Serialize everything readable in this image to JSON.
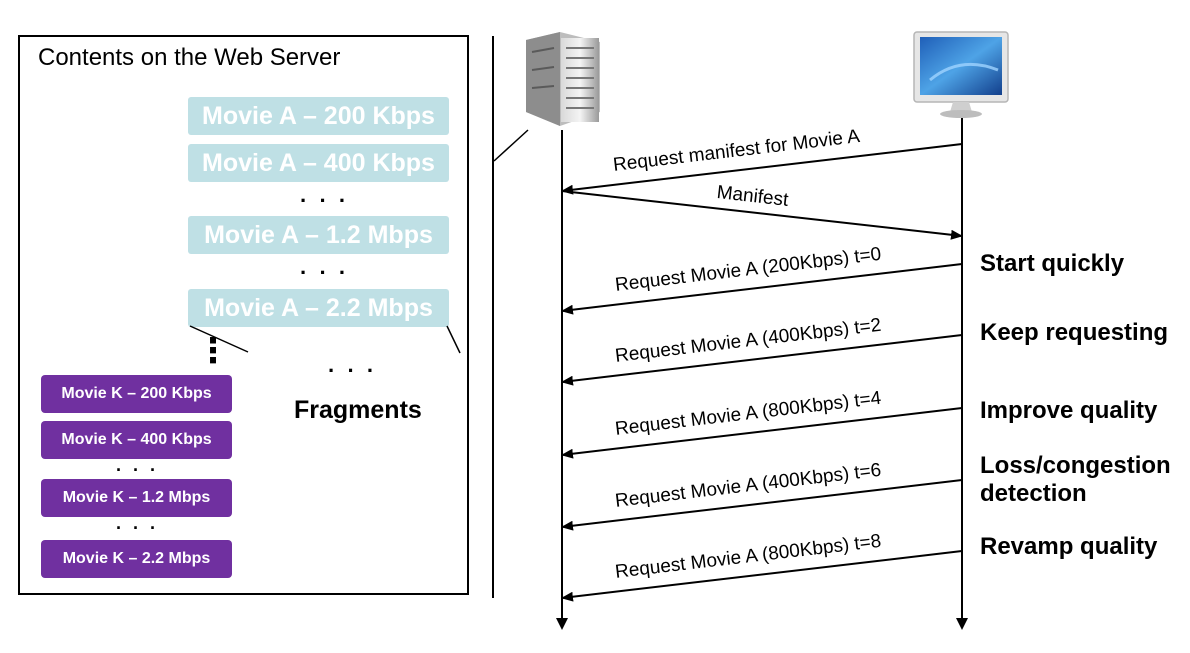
{
  "left_panel": {
    "title": "Contents on the Web Server",
    "movie_a": [
      "Movie A – 200 Kbps",
      "Movie A – 400 Kbps",
      "Movie A – 1.2 Mbps",
      "Movie A – 2.2 Mbps"
    ],
    "movie_k": [
      "Movie K – 200 Kbps",
      "Movie K – 400 Kbps",
      "Movie K – 1.2 Mbps",
      "Movie K – 2.2 Mbps"
    ],
    "ellipsis": "· · ·",
    "vertical_ellipsis": "⋮",
    "fragments_label": "Fragments"
  },
  "sequence": {
    "messages": [
      "Request manifest for Movie A",
      "Manifest",
      "Request Movie A (200Kbps) t=0",
      "Request Movie A (400Kbps) t=2",
      "Request Movie A (800Kbps) t=4",
      "Request Movie A (400Kbps) t=6",
      "Request Movie A (800Kbps) t=8"
    ],
    "notes": [
      "Start quickly",
      "Keep requesting",
      "Improve quality",
      "Loss/congestion detection",
      "Revamp quality"
    ]
  },
  "colors": {
    "movie_a_fill": "#bfe0e5",
    "movie_k_fill": "#7030a0"
  }
}
